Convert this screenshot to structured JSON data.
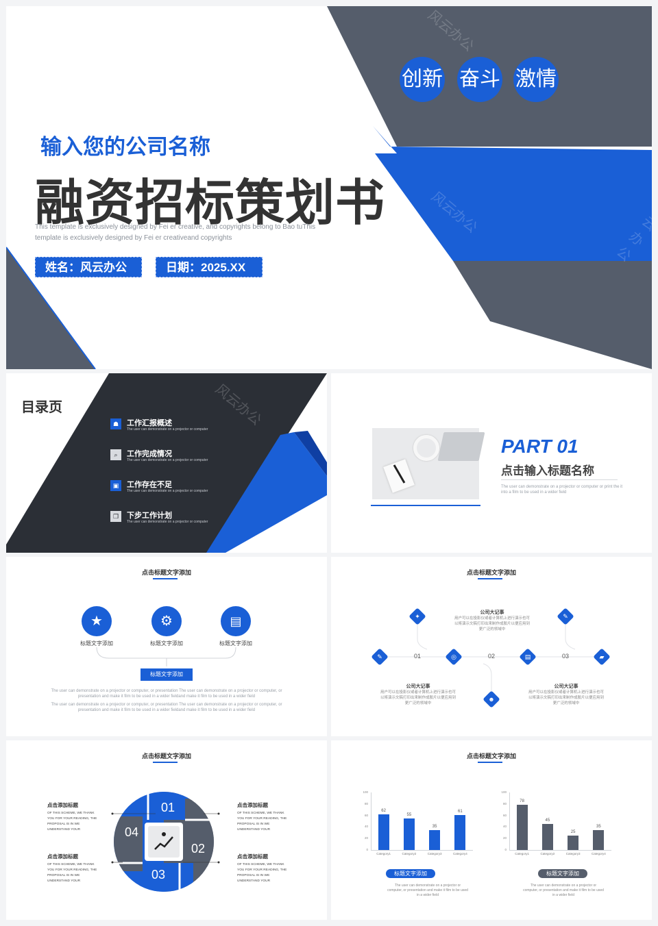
{
  "cover": {
    "company": "输入您的公司名称",
    "title": "融资招标策划书",
    "desc_line1": "This template is exclusively designed by Fei er creative, and copyrights belong to Bao tuThis",
    "desc_line2": "template is exclusively designed by Fei er creativeand copyrights",
    "name_label": "姓名：风云办公",
    "date_label": "日期：2025.XX",
    "badges": [
      "创新",
      "奋斗",
      "激情"
    ],
    "watermark": "风云办公"
  },
  "toc": {
    "title": "目录页",
    "items": [
      {
        "label": "工作汇报概述",
        "sub": "The user can demonstrate on a projector or computer"
      },
      {
        "label": "工作完成情况",
        "sub": "The user can demonstrate on a projector or computer"
      },
      {
        "label": "工作存在不足",
        "sub": "The user can demonstrate on a projector or computer"
      },
      {
        "label": "下步工作计划",
        "sub": "The user can demonstrate on a projector or computer"
      }
    ]
  },
  "part": {
    "number": "PART 01",
    "title": "点击输入标题名称",
    "desc": "The user can demonstrate on a projector or computer or print the it into a film to be used in a wider field"
  },
  "slide_icons": {
    "header": "点击标题文字添加",
    "items": [
      "标题文字添加",
      "标题文字添加",
      "标题文字添加"
    ],
    "button": "标题文字添加",
    "para1": "The user can demonstrate on a projector or computer, or presentation The user can demonstrate on a projector or computer, or presentation and make it film to be used in a wider fieldand make it film to be used in a wider field",
    "para2": "The user can demonstrate on a projector or computer, or presentation The user can demonstrate on a projector or computer, or presentation and make it film to be used in a wider fieldand make it film to be used in a wider field"
  },
  "slide_timeline": {
    "header": "点击标题文字添加",
    "nodes": [
      "01",
      "02",
      "03"
    ],
    "events": [
      {
        "title": "公司大记事",
        "text": "用户可以在投影仪或者计算机上进行演示也可以将演示文稿打印出来制作成胶片以便应用到更广泛的领域中"
      },
      {
        "title": "公司大记事",
        "text": "用户可以在投影仪或者计算机上进行演示也可以将演示文稿打印出来制作成胶片以便应用到更广泛的领域中"
      },
      {
        "title": "公司大记事",
        "text": "用户可以在投影仪或者计算机上进行演示也可以将演示文稿打印出来制作成胶片以便应用到更广泛的领域中"
      }
    ]
  },
  "slide_cycle": {
    "header": "点击标题文字添加",
    "segments": [
      "01",
      "02",
      "03",
      "04"
    ],
    "blocks": [
      {
        "title": "点击添加标题",
        "text": "OF THIS SCHEME, WE THANK YOU FOR YOUR READING, THE PROPOSAL IS IN WE UNDERSTAND YOUR"
      },
      {
        "title": "点击添加标题",
        "text": "OF THIS SCHEME, WE THANK YOU FOR YOUR READING, THE PROPOSAL IS IN WE UNDERSTAND YOUR"
      },
      {
        "title": "点击添加标题",
        "text": "OF THIS SCHEME, WE THANK YOU FOR YOUR READING, THE PROPOSAL IS IN WE UNDERSTAND YOUR"
      },
      {
        "title": "点击添加标题",
        "text": "OF THIS SCHEME, WE THANK YOU FOR YOUR READING, THE PROPOSAL IS IN WE UNDERSTAND YOUR"
      }
    ]
  },
  "slide_charts": {
    "header": "点击标题文字添加",
    "left_button": "标题文字添加",
    "right_button": "标题文字添加",
    "left_desc": "The user can demonstrate on a projector or computer, or presentation and make it film to be used in a wider field",
    "right_desc": "The user can demonstrate on a projector or computer, or presentation and make it film to be used in a wider field"
  },
  "chart_data": [
    {
      "type": "bar",
      "categories": [
        "Category1",
        "Category2",
        "Category3",
        "Category4"
      ],
      "values": [
        62,
        55,
        35,
        61
      ],
      "ylim": [
        0,
        100
      ],
      "yticks": [
        0,
        20,
        40,
        60,
        80,
        100
      ],
      "color": "#1a5fd6"
    },
    {
      "type": "bar",
      "categories": [
        "Category1",
        "Category2",
        "Category3",
        "Category4"
      ],
      "values": [
        78,
        45,
        25,
        35
      ],
      "ylim": [
        0,
        100
      ],
      "yticks": [
        0,
        20,
        40,
        60,
        80,
        100
      ],
      "color": "#555d6b"
    }
  ],
  "colors": {
    "accent": "#1a5fd6",
    "gray": "#555d6b",
    "dark": "#2b2f36"
  }
}
